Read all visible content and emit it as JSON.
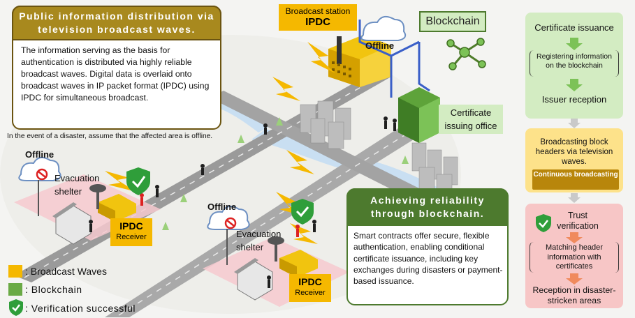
{
  "top_left_box": {
    "title": "Public information distribution via television broadcast waves.",
    "body": "The information serving as the basis for authentication is distributed via highly reliable broadcast waves. Digital data is overlaid onto broadcast waves in IP packet format (IPDC) using IPDC for simultaneous broadcast."
  },
  "disaster_note": "In the event of a disaster, assume that the affected area is offline.",
  "broadcast_station": {
    "label": "Broadcast station",
    "name": "IPDC"
  },
  "blockchain_label": "Blockchain",
  "offline_label": "Offline",
  "certificate_office": "Certificate issuing office",
  "evacuation_shelter": "Evacuation shelter",
  "ipdc_receiver": {
    "name": "IPDC",
    "sub": "Receiver"
  },
  "reliability_box": {
    "title": "Achieving reliability through blockchain.",
    "body": "Smart contracts offer secure, flexible authentication, enabling conditional certificate issuance, including key exchanges during disasters or payment-based issuance."
  },
  "legend": {
    "broadcast": ": Broadcast Waves",
    "blockchain": ": Blockchain",
    "verification": ": Verification successful"
  },
  "flow": {
    "green": {
      "step1": "Certificate issuance",
      "step2": "Registering information on the blockchain",
      "step3": "Issuer reception"
    },
    "yellow": {
      "step1": "Broadcasting block headers via television waves.",
      "step2": "Continuous broadcasting"
    },
    "red": {
      "step1": "Trust verification",
      "step2": "Matching header information with certificates",
      "step3": "Reception in disaster-stricken areas"
    }
  },
  "colors": {
    "olive_border": "#6b5410",
    "title_fill": "#a8891e",
    "green_dark": "#4d7a2e",
    "yellow": "#f5b800",
    "shield_green": "#2f9e3a",
    "flow_green": "#d3ecc2",
    "flow_yellow": "#fde28a",
    "flow_red": "#f7c6c6"
  }
}
